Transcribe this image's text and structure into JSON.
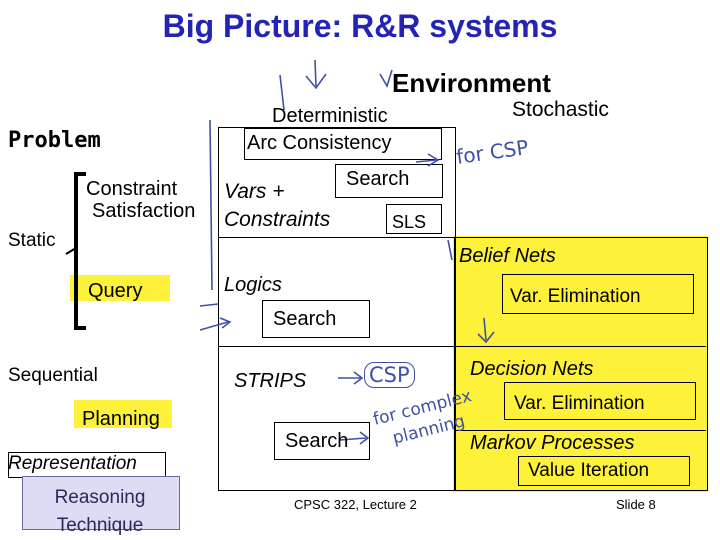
{
  "slide": {
    "title": "Big Picture: R&R  systems",
    "environment_label": "Environment",
    "stochastic_label": "Stochastic",
    "deterministic_label": "Deterministic",
    "problem_label": "Problem",
    "static_label": "Static",
    "sequential_label": "Sequential",
    "footer": "CPSC 322, Lecture 2",
    "slide_number": "Slide 8"
  },
  "problems": {
    "constraint_line1": "Constraint",
    "constraint_line2": "Satisfaction",
    "query": "Query",
    "planning": "Planning"
  },
  "representations": {
    "vars_line1": "Vars +",
    "vars_line2": "Constraints",
    "logics": "Logics",
    "strips": "STRIPS",
    "belief_nets": "Belief Nets",
    "decision_nets": "Decision Nets",
    "markov": "Markov Processes"
  },
  "techniques": {
    "arc_consistency": "Arc Consistency",
    "search_csp": "Search",
    "sls": "SLS",
    "search_query": "Search",
    "var_elim_belief": "Var. Elimination",
    "var_elim_decision": "Var. Elimination",
    "search_planning": "Search",
    "value_iteration": "Value Iteration"
  },
  "legend": {
    "representation": "Representation",
    "reasoning_technique": "Reasoning Technique"
  },
  "annotations": {
    "for_csp": "for CSP",
    "csp": "CSP",
    "for_complex_planning_1": "for complex",
    "for_complex_planning_2": "planning"
  },
  "colors": {
    "title": "#2323b8",
    "highlight": "#fdf13a",
    "ink": "#4050a8",
    "legend_fill": "#dcdcf4"
  }
}
